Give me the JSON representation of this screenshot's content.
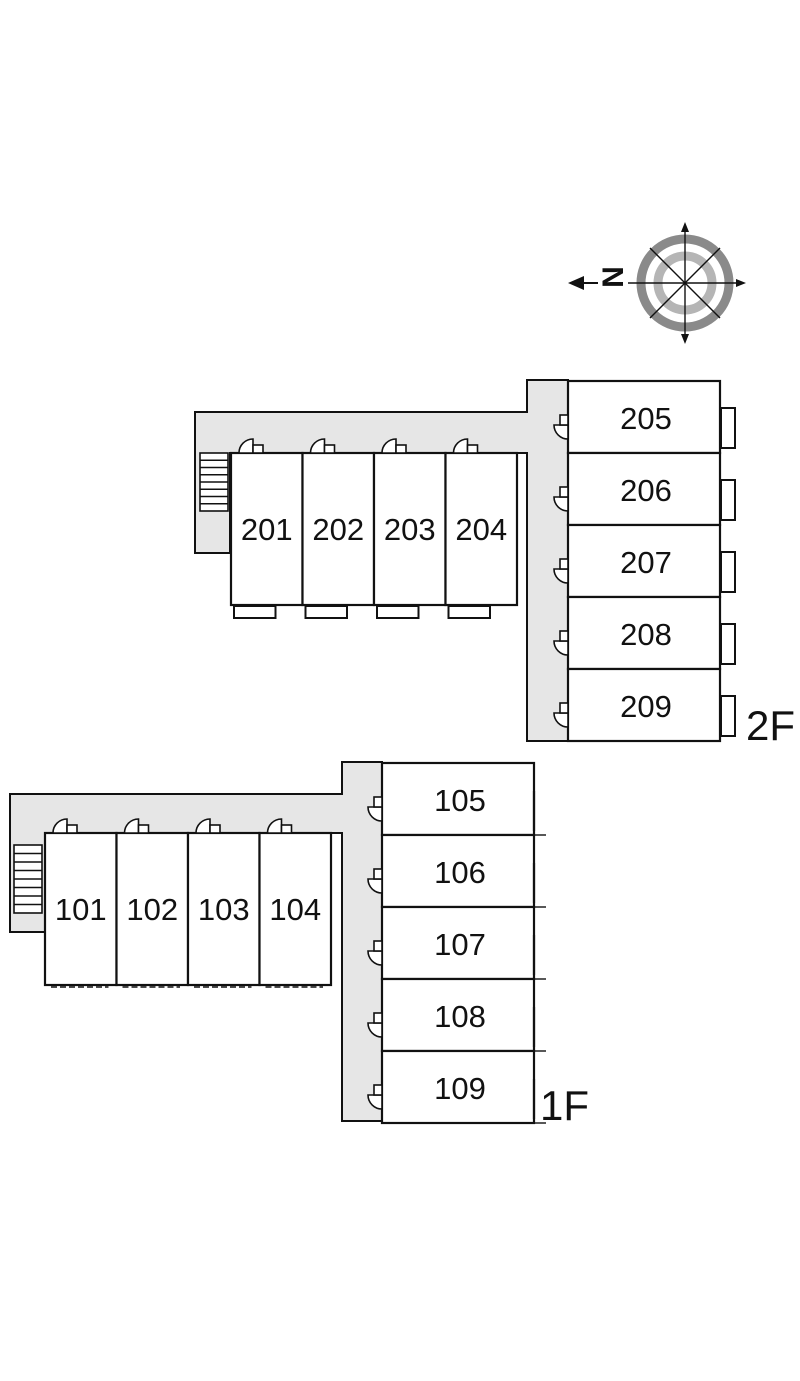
{
  "compass": {
    "north_label": "N",
    "icon": "compass-rose-icon"
  },
  "floors": [
    {
      "floor": "2F",
      "top_row_units": [
        "201",
        "202",
        "203",
        "204"
      ],
      "side_column_units": [
        "205",
        "206",
        "207",
        "208",
        "209"
      ]
    },
    {
      "floor": "1F",
      "top_row_units": [
        "101",
        "102",
        "103",
        "104"
      ],
      "side_column_units": [
        "105",
        "106",
        "107",
        "108",
        "109"
      ]
    }
  ],
  "colors": {
    "corridor": "#e6e6e6",
    "line": "#111111",
    "background": "#ffffff"
  }
}
